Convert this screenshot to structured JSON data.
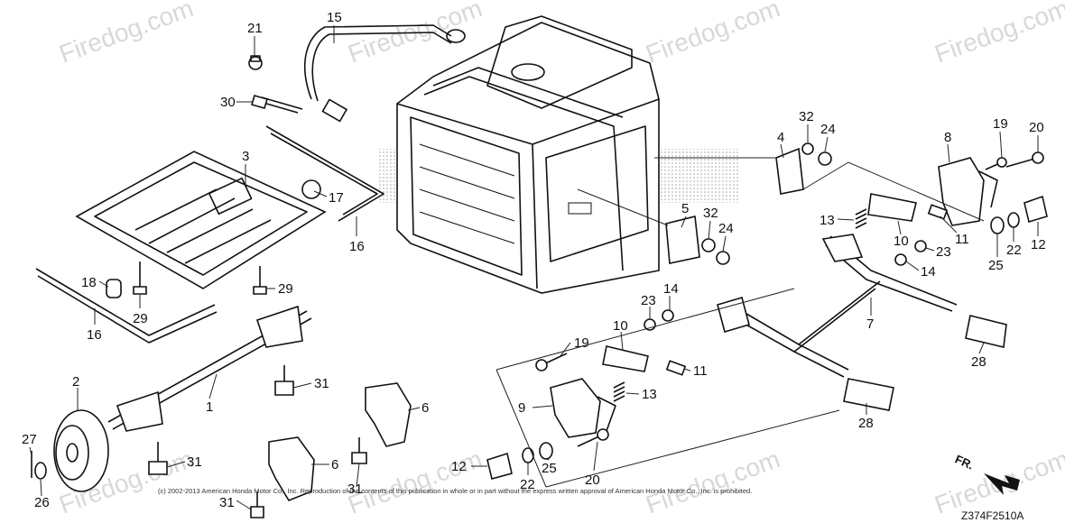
{
  "watermarks": [
    "Firedog.com",
    "Firedog.com",
    "Firedog.com",
    "Firedog.com",
    "Firedog.com",
    "Firedog.com",
    "Firedog.com",
    "Firedog.com"
  ],
  "callouts": [
    {
      "id": "p21a",
      "label": "21"
    },
    {
      "id": "p15",
      "label": "15"
    },
    {
      "id": "p30",
      "label": "30"
    },
    {
      "id": "p3",
      "label": "3"
    },
    {
      "id": "p17",
      "label": "17"
    },
    {
      "id": "p16a",
      "label": "16"
    },
    {
      "id": "p16b",
      "label": "16"
    },
    {
      "id": "p18",
      "label": "18"
    },
    {
      "id": "p29a",
      "label": "29"
    },
    {
      "id": "p29b",
      "label": "29"
    },
    {
      "id": "p2",
      "label": "2"
    },
    {
      "id": "p1",
      "label": "1"
    },
    {
      "id": "p31a",
      "label": "31"
    },
    {
      "id": "p31b",
      "label": "31"
    },
    {
      "id": "p31c",
      "label": "31"
    },
    {
      "id": "p31d",
      "label": "31"
    },
    {
      "id": "p27",
      "label": "27"
    },
    {
      "id": "p26",
      "label": "26"
    },
    {
      "id": "p6a",
      "label": "6"
    },
    {
      "id": "p6b",
      "label": "6"
    },
    {
      "id": "p4",
      "label": "4"
    },
    {
      "id": "p32a",
      "label": "32"
    },
    {
      "id": "p24a",
      "label": "24"
    },
    {
      "id": "p5",
      "label": "5"
    },
    {
      "id": "p32b",
      "label": "32"
    },
    {
      "id": "p24b",
      "label": "24"
    },
    {
      "id": "p8",
      "label": "8"
    },
    {
      "id": "p19a",
      "label": "19"
    },
    {
      "id": "p20a",
      "label": "20"
    },
    {
      "id": "p13a",
      "label": "13"
    },
    {
      "id": "p10a",
      "label": "10"
    },
    {
      "id": "p11a",
      "label": "11"
    },
    {
      "id": "p23a",
      "label": "23"
    },
    {
      "id": "p14a",
      "label": "14"
    },
    {
      "id": "p25a",
      "label": "25"
    },
    {
      "id": "p22a",
      "label": "22"
    },
    {
      "id": "p12a",
      "label": "12"
    },
    {
      "id": "p7",
      "label": "7"
    },
    {
      "id": "p28a",
      "label": "28"
    },
    {
      "id": "p28b",
      "label": "28"
    },
    {
      "id": "p23b",
      "label": "23"
    },
    {
      "id": "p14b",
      "label": "14"
    },
    {
      "id": "p10b",
      "label": "10"
    },
    {
      "id": "p19b",
      "label": "19"
    },
    {
      "id": "p11b",
      "label": "11"
    },
    {
      "id": "p13b",
      "label": "13"
    },
    {
      "id": "p9",
      "label": "9"
    },
    {
      "id": "p12b",
      "label": "12"
    },
    {
      "id": "p22b",
      "label": "22"
    },
    {
      "id": "p25b",
      "label": "25"
    },
    {
      "id": "p20b",
      "label": "20"
    }
  ],
  "copyright": "(c) 2002-2013 American Honda Motor Co., Inc. Reproduction of the contents of this publication in whole or in part without the express written approval of American Honda Motor Co., Inc. is prohibited.",
  "direction_label": "FR.",
  "diagram_code": "Z374F2510A"
}
